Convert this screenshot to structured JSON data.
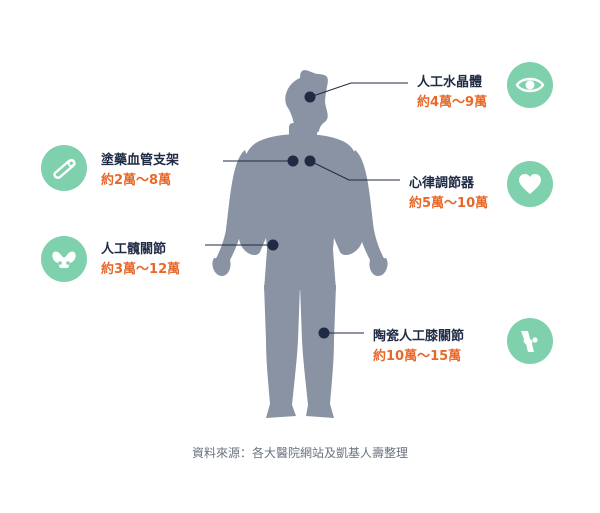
{
  "items": [
    {
      "name": "人工水晶體",
      "price": "約4萬～9萬",
      "icon": "eye-icon"
    },
    {
      "name": "塗藥血管支架",
      "price": "約2萬～8萬",
      "icon": "stent-icon"
    },
    {
      "name": "心律調節器",
      "price": "約5萬～10萬",
      "icon": "heart-icon"
    },
    {
      "name": "人工髖關節",
      "price": "約3萬～12萬",
      "icon": "pelvis-icon"
    },
    {
      "name": "陶瓷人工膝關節",
      "price": "約10萬～15萬",
      "icon": "knee-icon"
    }
  ],
  "source": "資料來源：各大醫院網站及凱基人壽整理",
  "colors": {
    "body": "#8a93a3",
    "dot": "#1f2a44",
    "accent": "#e8682a",
    "icon_bg": "#7fd0ad",
    "line": "#1f2a44"
  }
}
